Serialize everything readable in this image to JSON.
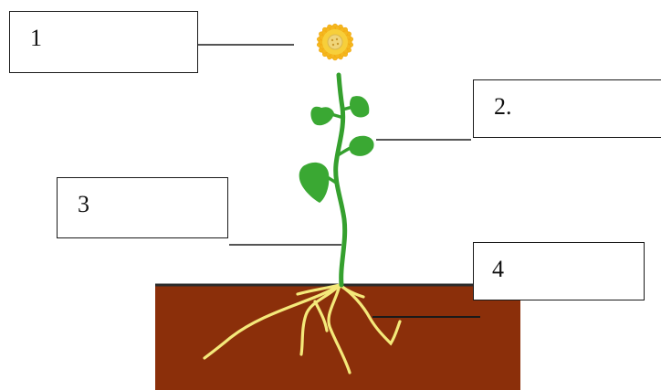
{
  "labels": {
    "box1": "1",
    "box2": "2.",
    "box3": "3",
    "box4": "4"
  },
  "colors": {
    "soil": "#8b2f0a",
    "ground_line": "#2b2b2b",
    "stem": "#35a02e",
    "leaf": "#3aa833",
    "petal": "#f5b81f",
    "flower_center": "#f0d57a",
    "root": "#f4e97a",
    "pointer_line": "#555555"
  },
  "icons": [
    "sunflower-plant"
  ]
}
